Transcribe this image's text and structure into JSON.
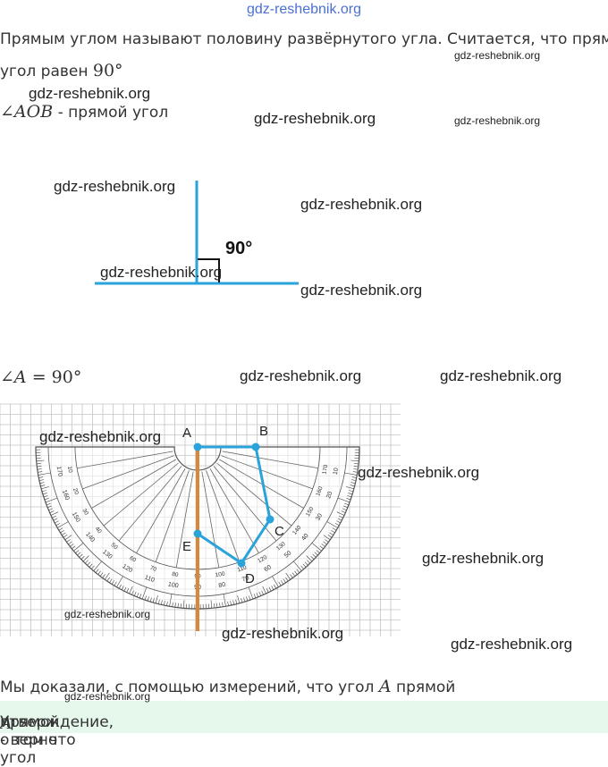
{
  "header": {
    "site": "gdz-reshebnik.org"
  },
  "intro": {
    "line1": "Прямым углом называют половину развёрнутого угла. Считается, что прямой",
    "line2_prefix": "угол равен ",
    "line2_value": "90°"
  },
  "aob": {
    "angle_label": "∠AOB",
    "suffix": " - прямой угол"
  },
  "figure1": {
    "angle_text": "90°"
  },
  "angle_a": {
    "label": "∠A",
    "eq": " = 90°"
  },
  "protractor": {
    "points": [
      "A",
      "B",
      "C",
      "D",
      "E"
    ],
    "outer_ticks": [
      "10",
      "20",
      "30",
      "40",
      "50",
      "60",
      "70",
      "80",
      "90",
      "100",
      "110",
      "120",
      "130",
      "140",
      "150",
      "160",
      "170"
    ],
    "inner_ticks": [
      "170",
      "160",
      "150",
      "140",
      "130",
      "120",
      "110",
      "100",
      "90",
      "80",
      "70",
      "60",
      "50",
      "40",
      "30",
      "20",
      "10"
    ]
  },
  "conclusion": {
    "prefix": "Мы доказали, с помощью измерений, что угол ",
    "var": "A",
    "suffix": " прямой"
  },
  "verdict": {
    "prefix": "Утверждение, о том что угол ",
    "var": "A",
    "suffix": " прямой - верно"
  },
  "watermark": "gdz-reshebnik.org",
  "colors": {
    "accent_blue": "#29a3d9",
    "ruler_orange": "#d8883a",
    "verdict_bg": "#e6f7ec",
    "site_link": "#4a6fd6"
  }
}
